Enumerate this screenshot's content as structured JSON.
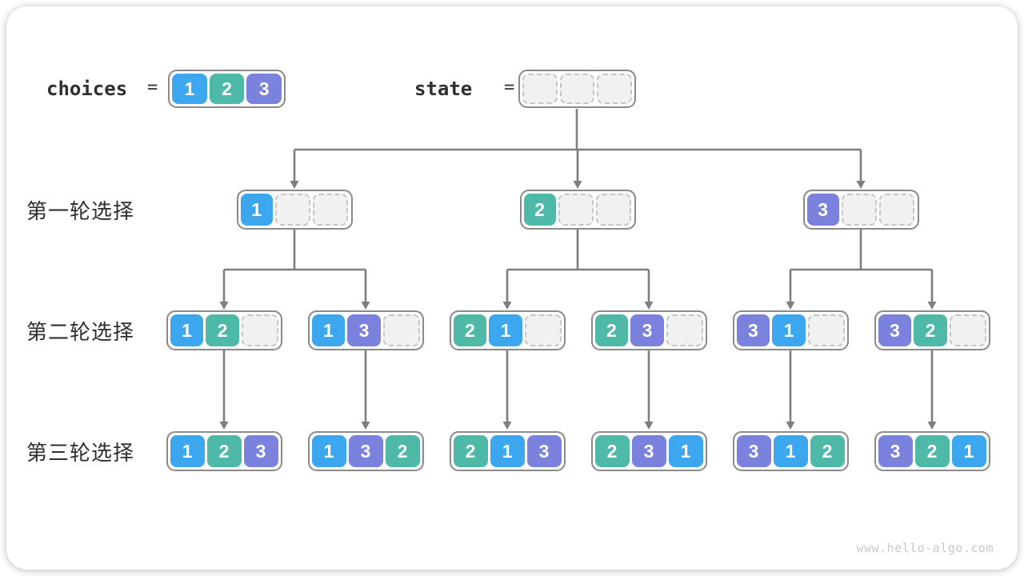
{
  "page": {
    "watermark": "www.hello-algo.com"
  },
  "palette": {
    "choice1": "#3CA6EF",
    "choice2": "#4FB9A8",
    "choice3": "#7A82DE",
    "empty_fill": "#F1F1F2",
    "empty_border": "#C6C6C6",
    "node_border": "#8A8A8A",
    "arrow": "#7E7E7E",
    "label_text": "#2F2F2F"
  },
  "header": {
    "choices_label": "choices",
    "equals": "=",
    "choices_values": [
      1,
      2,
      3
    ],
    "state_label": "state",
    "state_values": [
      null,
      null,
      null
    ]
  },
  "rows": [
    {
      "label": "第一轮选择",
      "nodes": [
        [
          1,
          null,
          null
        ],
        [
          2,
          null,
          null
        ],
        [
          3,
          null,
          null
        ]
      ]
    },
    {
      "label": "第二轮选择",
      "nodes": [
        [
          1,
          2,
          null
        ],
        [
          1,
          3,
          null
        ],
        [
          2,
          1,
          null
        ],
        [
          2,
          3,
          null
        ],
        [
          3,
          1,
          null
        ],
        [
          3,
          2,
          null
        ]
      ]
    },
    {
      "label": "第三轮选择",
      "nodes": [
        [
          1,
          2,
          3
        ],
        [
          1,
          3,
          2
        ],
        [
          2,
          1,
          3
        ],
        [
          2,
          3,
          1
        ],
        [
          3,
          1,
          2
        ],
        [
          3,
          2,
          1
        ]
      ]
    }
  ]
}
